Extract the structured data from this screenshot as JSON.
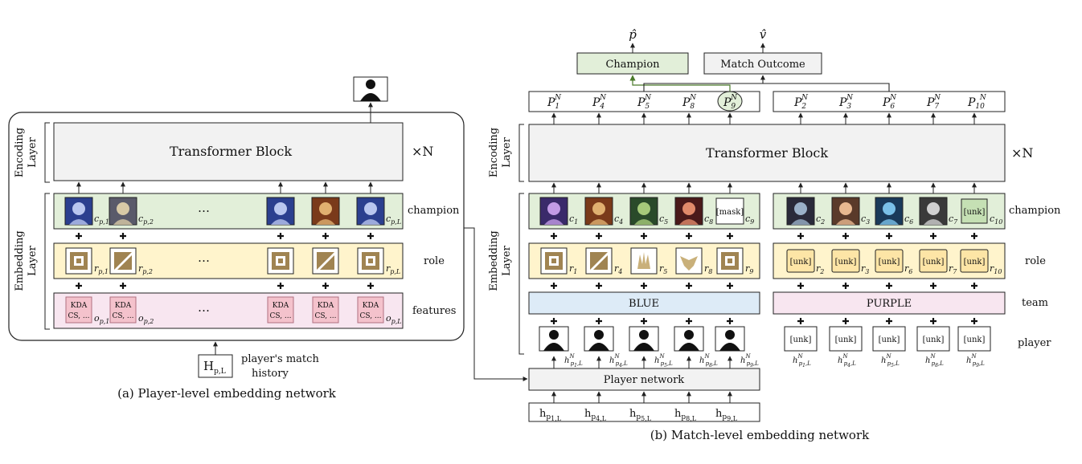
{
  "left": {
    "encoding_label": [
      "Encoding",
      "Layer"
    ],
    "embedding_label": [
      "Embedding",
      "Layer"
    ],
    "transformer": "Transformer Block",
    "times_n": "×N",
    "dots": "…",
    "rows": {
      "champion": "champion",
      "role": "role",
      "features": "features"
    },
    "slots": [
      {
        "c": "c",
        "cs": "p,1",
        "r": "r",
        "rs": "p,1",
        "o": "o",
        "os": "p,1"
      },
      {
        "c": "c",
        "cs": "p,2",
        "r": "r",
        "rs": "p,2",
        "o": "o",
        "os": "p,2"
      },
      {
        "c": "",
        "cs": "",
        "r": "",
        "rs": "",
        "o": "",
        "os": ""
      },
      {
        "c": "",
        "cs": "",
        "r": "",
        "rs": "",
        "o": "",
        "os": ""
      },
      {
        "c": "c",
        "cs": "p,L",
        "r": "r",
        "rs": "p,L",
        "o": "o",
        "os": "p,L"
      }
    ],
    "feature_text": [
      "KDA",
      "CS, ..."
    ],
    "history": {
      "h": "H",
      "sub": "p,L",
      "label": [
        "player's match",
        "history"
      ]
    },
    "caption": "(a) Player-level embedding network"
  },
  "right": {
    "encoding_label": [
      "Encoding",
      "Layer"
    ],
    "embedding_label": [
      "Embedding",
      "Layer"
    ],
    "transformer": "Transformer Block",
    "times_n": "×N",
    "outputs": {
      "champion": "Champion",
      "outcome": "Match Outcome",
      "p_hat": "p̂",
      "v_hat": "v̂"
    },
    "blue_tokens": [
      {
        "b": "P",
        "sub": "1",
        "sup": "N"
      },
      {
        "b": "P",
        "sub": "4",
        "sup": "N"
      },
      {
        "b": "P",
        "sub": "5",
        "sup": "N"
      },
      {
        "b": "P",
        "sub": "8",
        "sup": "N"
      },
      {
        "b": "P",
        "sub": "9",
        "sup": "N"
      }
    ],
    "purple_tokens": [
      {
        "b": "P",
        "sub": "2",
        "sup": "N"
      },
      {
        "b": "P",
        "sub": "3",
        "sup": "N"
      },
      {
        "b": "P",
        "sub": "6",
        "sup": "N"
      },
      {
        "b": "P",
        "sub": "7",
        "sup": "N"
      },
      {
        "b": "P",
        "sub": "10",
        "sup": "N"
      }
    ],
    "champ_subs_blue": [
      "1",
      "4",
      "5",
      "8",
      "9"
    ],
    "champ_subs_purple": [
      "2",
      "3",
      "6",
      "7",
      "10"
    ],
    "role_subs_blue": [
      "1",
      "4",
      "5",
      "8",
      "9"
    ],
    "role_subs_purple": [
      "2",
      "3",
      "6",
      "7",
      "10"
    ],
    "c": "c",
    "r": "r",
    "mask": "[mask]",
    "unk": "[unk]",
    "team_blue": "BLUE",
    "team_purple": "PURPLE",
    "rows": {
      "champion": "champion",
      "role": "role",
      "team": "team",
      "player": "player"
    },
    "h_subs_blue": [
      "1",
      "4",
      "5",
      "8",
      "9"
    ],
    "h_subs_purple": [
      "1",
      "4",
      "5",
      "8",
      "9"
    ],
    "player_network": "Player network",
    "history_inputs": [
      "1,L",
      "4,L",
      "5,L",
      "8,L",
      "9,L"
    ],
    "caption": "(b) Match-level embedding network"
  }
}
